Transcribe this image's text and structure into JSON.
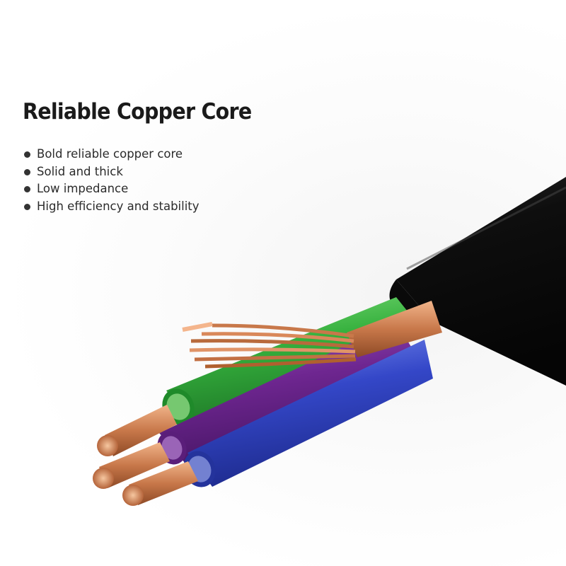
{
  "heading": "Reliable Copper Core",
  "features": [
    "Bold reliable copper core",
    "Solid and thick",
    "Low impedance",
    "High efficiency and stability"
  ],
  "colors": {
    "jacket": "#111111",
    "green_wire": "#3cb044",
    "purple_wire": "#7a2d9c",
    "blue_wire": "#3346c8",
    "copper": "#c8784a",
    "text": "#1a1a1a"
  }
}
